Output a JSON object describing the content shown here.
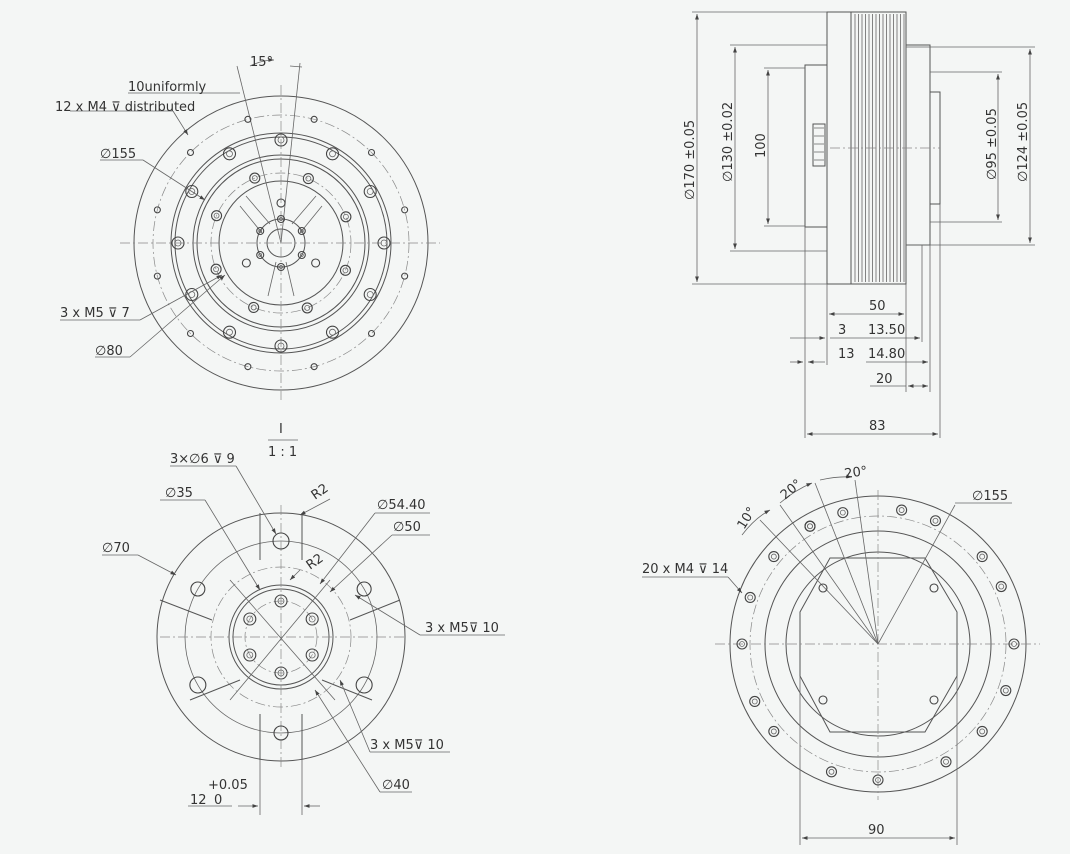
{
  "colors": {
    "background": "#f4f6f5",
    "line": "#555555",
    "text": "#333333"
  },
  "top_left_view": {
    "angle_label": "15°",
    "holes_label_line1": "10uniformly",
    "holes_label_line2": "12 x M4 ⊽ distributed",
    "dia_155": "∅155",
    "m5_label": "3 x M5 ⊽ 7",
    "dia_80": "∅80"
  },
  "side_view": {
    "dia_170": "∅170 ±0.05",
    "dia_130": "∅130 ±0.02",
    "dim_100": "100",
    "dia_95": "∅95 ±0.05",
    "dia_124": "∅124 ±0.05",
    "dim_50": "50",
    "dim_3": "3",
    "dim_13_50": "13.50",
    "dim_13": "13",
    "dim_14_80": "14.80",
    "dim_20": "20",
    "dim_83": "83"
  },
  "detail_view": {
    "title": "I",
    "scale": "1 : 1",
    "holes_6": "3×∅6 ⊽ 9",
    "dia_35": "∅35",
    "r2_top": "R2",
    "dia_54_40": "∅54.40",
    "dia_50": "∅50",
    "dia_70": "∅70",
    "r2_mid": "R2",
    "m5_right": "3 x M5⊽ 10",
    "m5_bottom": "3 x M5⊽ 10",
    "tol": "+0.05",
    "width_12": "12",
    "tol_lower": "0",
    "dia_40": "∅40"
  },
  "bottom_right_view": {
    "angle_20a": "20°",
    "angle_20b": "20°",
    "angle_10": "10°",
    "dia_155": "∅155",
    "holes_label": "20 x M4 ⊽ 14",
    "dim_90": "90"
  }
}
